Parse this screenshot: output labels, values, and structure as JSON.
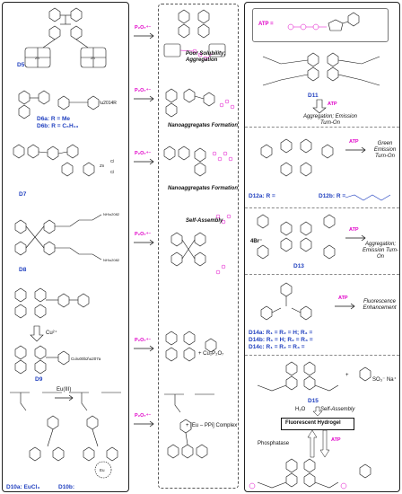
{
  "left_panel": {
    "entries": [
      {
        "label": "D5"
      },
      {
        "label_a": "D6a: R = Me",
        "label_b": "D6b: R = C₆H₁₃"
      },
      {
        "label": "D7"
      },
      {
        "label": "D8"
      },
      {
        "label": "D9",
        "intermediate": "Cu²⁺"
      },
      {
        "label_a": "D10a: EuCl₃",
        "label_b": "D10b:",
        "reagent": "Eu(III)"
      }
    ]
  },
  "middle_panel": {
    "reagent": "P₂O₇⁴⁻",
    "results": [
      {
        "text": "Poor Solubility; Aggregation"
      },
      {
        "text": "Nanoaggregates Formation"
      },
      {
        "text": "Nanoaggregates Formation"
      },
      {
        "text": "Self-Assembly"
      },
      {
        "text": "+ Cu₂P₂O₇"
      },
      {
        "text": "+ [Eu – PPi] Complex"
      }
    ]
  },
  "right_panel": {
    "atp_header": "ATP =",
    "entries": [
      {
        "label": "D11",
        "reagent": "ATP",
        "text": "Aggregation; Emission Turn-On"
      },
      {
        "label_a": "D12a: R =",
        "label_b": "D12b: R =",
        "reagent": "ATP",
        "text": "Green Emission Turn-On"
      },
      {
        "label": "D13",
        "counterion": "4Br⁻",
        "reagent": "ATP",
        "text": "Aggregation; Emission Turn-On"
      },
      {
        "label_a": "D14a: R₁ = R₂ = H; R₃ =",
        "label_b": "D14b: R₁ = H; R₂ = R₃ =",
        "label_c": "D14c: R₁ = R₂ = R₃ =",
        "reagent": "ATP",
        "text": "Fluorescence Enhancement"
      },
      {
        "label": "D15",
        "sulfonate": "SO₃⁻ Na⁺",
        "water": "H₂O",
        "assembly": "Self-Assembly",
        "hydrogel": "Fluorescent Hydrogel",
        "phosphatase": "Phosphatase",
        "reagent": "ATP"
      }
    ]
  }
}
